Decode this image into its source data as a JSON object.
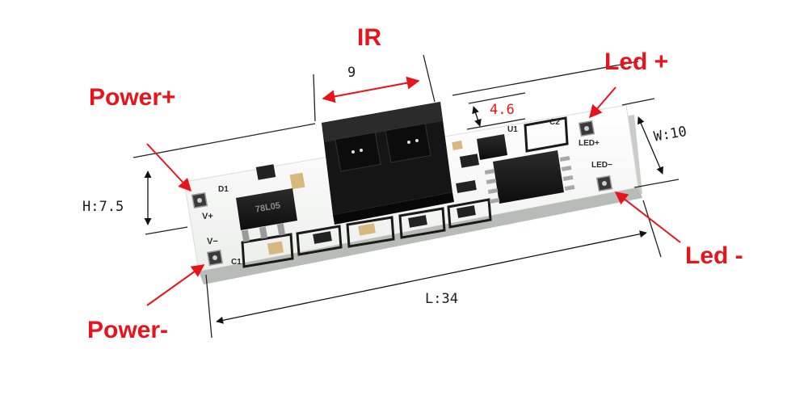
{
  "labels": {
    "ir": "IR",
    "power_plus": "Power+",
    "power_minus": "Power-",
    "led_plus": "Led +",
    "led_minus": "Led -"
  },
  "dimensions": {
    "ir_width": "9",
    "ir_offset": "4.6",
    "height": "H:7.5",
    "width": "W:10",
    "length": "L:34"
  },
  "silkscreen": {
    "d1": "D1",
    "v_plus": "V+",
    "v_minus": "V−",
    "c1": "C1",
    "c2": "C2",
    "u1": "U1",
    "led_plus": "LED+",
    "led_minus": "LED−",
    "regulator": "78L05"
  },
  "colors": {
    "callout": "#e8141c",
    "pcb": "#f7f8f6",
    "pcb_edge": "#c9cdca",
    "component": "#161616",
    "pad": "#3a3a3a",
    "copper": "#d8b880"
  }
}
